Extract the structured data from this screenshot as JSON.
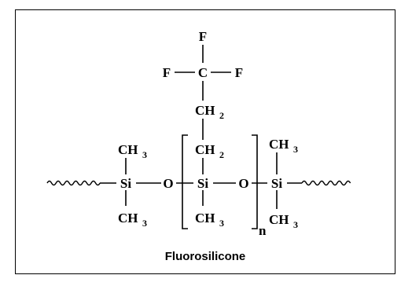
{
  "atoms": {
    "f_top": "F",
    "f_left": "F",
    "f_right": "F",
    "carbon": "C",
    "ch_chain": "CH",
    "ch_ring": "CH",
    "ch3": "CH",
    "si": "Si",
    "o": "O"
  },
  "subscripts": {
    "two": "2",
    "three": "3",
    "n": "n"
  },
  "caption": "Fluorosilicone"
}
